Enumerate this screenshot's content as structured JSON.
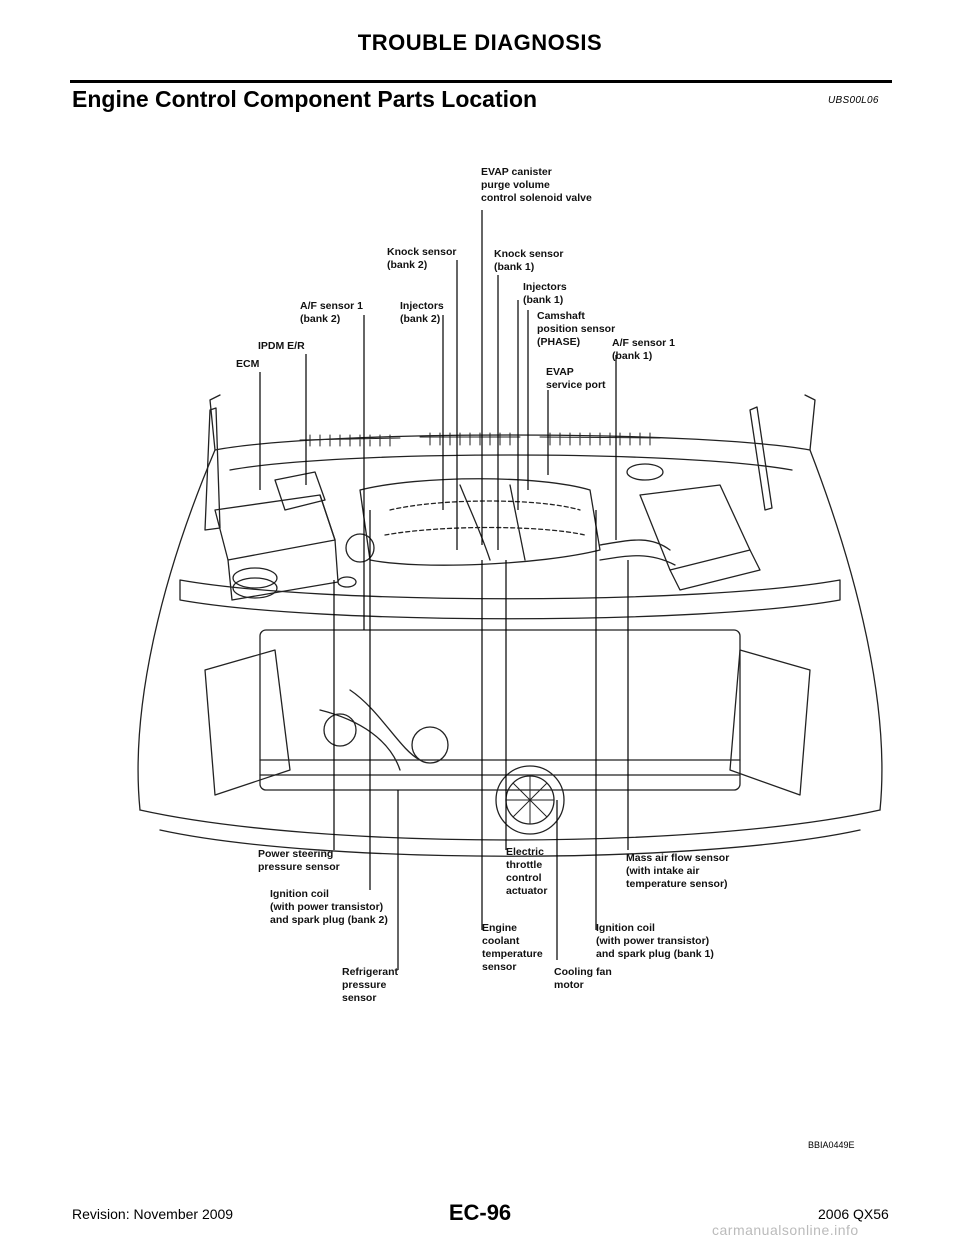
{
  "header": {
    "title": "TROUBLE DIAGNOSIS"
  },
  "section": {
    "title": "Engine Control Component Parts Location",
    "ref_code": "UBS00L06"
  },
  "figure": {
    "code": "BBIA0449E",
    "labels": {
      "evap_canister": "EVAP canister\npurge volume\ncontrol solenoid valve",
      "knock_bank2": "Knock sensor\n(bank 2)",
      "knock_bank1": "Knock sensor\n(bank 1)",
      "af_bank2": "A/F sensor 1\n(bank 2)",
      "injectors_bank2": "Injectors\n(bank 2)",
      "injectors_bank1": "Injectors\n(bank 1)",
      "camshaft": "Camshaft\nposition sensor\n(PHASE)",
      "ipdm": "IPDM E/R",
      "af_bank1": "A/F sensor 1\n(bank 1)",
      "ecm": "ECM",
      "evap_port": "EVAP\nservice port",
      "ps_sensor": "Power steering\npressure sensor",
      "electric_throttle": "Electric\nthrottle\ncontrol\nactuator",
      "maf": "Mass air flow sensor\n(with intake air\ntemperature sensor)",
      "ign_bank2": "Ignition coil\n(with power transistor)\nand spark plug (bank 2)",
      "ect": "Engine\ncoolant\ntemperature\nsensor",
      "ign_bank1": "Ignition coil\n(with power transistor)\nand spark plug (bank 1)",
      "refrigerant": "Refrigerant\npressure\nsensor",
      "cooling_fan": "Cooling fan\nmotor"
    }
  },
  "footer": {
    "revision": "Revision: November 2009",
    "page": "EC-96",
    "model": "2006 QX56",
    "watermark": "carmanualsonline.info"
  }
}
